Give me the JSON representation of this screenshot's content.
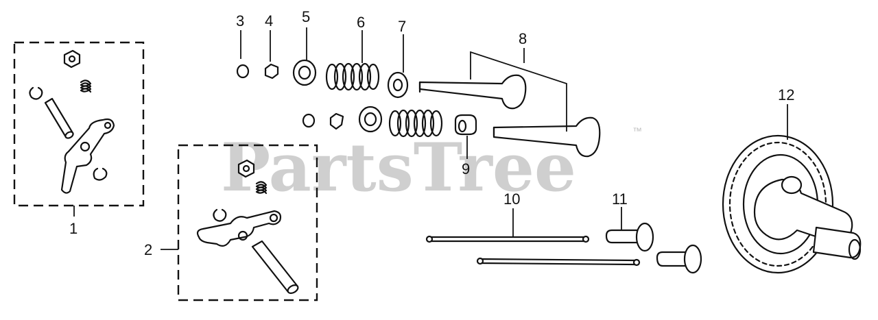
{
  "watermark": {
    "text": "PartsTree",
    "trademark": "™"
  },
  "callouts": [
    "1",
    "2",
    "3",
    "4",
    "5",
    "6",
    "7",
    "8",
    "9",
    "10",
    "11",
    "12"
  ],
  "parts": [
    {
      "callout": "1",
      "icon": "rocker-arm-assembly-icon"
    },
    {
      "callout": "2",
      "icon": "rocker-arm-assembly-icon"
    },
    {
      "callout": "3",
      "icon": "valve-keeper-icon"
    },
    {
      "callout": "4",
      "icon": "valve-collet-icon"
    },
    {
      "callout": "5",
      "icon": "spring-retainer-icon"
    },
    {
      "callout": "6",
      "icon": "valve-spring-icon"
    },
    {
      "callout": "7",
      "icon": "spring-seat-icon"
    },
    {
      "callout": "8",
      "icon": "valve-icon"
    },
    {
      "callout": "9",
      "icon": "valve-stem-seal-icon"
    },
    {
      "callout": "10",
      "icon": "push-rod-icon"
    },
    {
      "callout": "11",
      "icon": "tappet-icon"
    },
    {
      "callout": "12",
      "icon": "camshaft-gear-icon"
    }
  ]
}
